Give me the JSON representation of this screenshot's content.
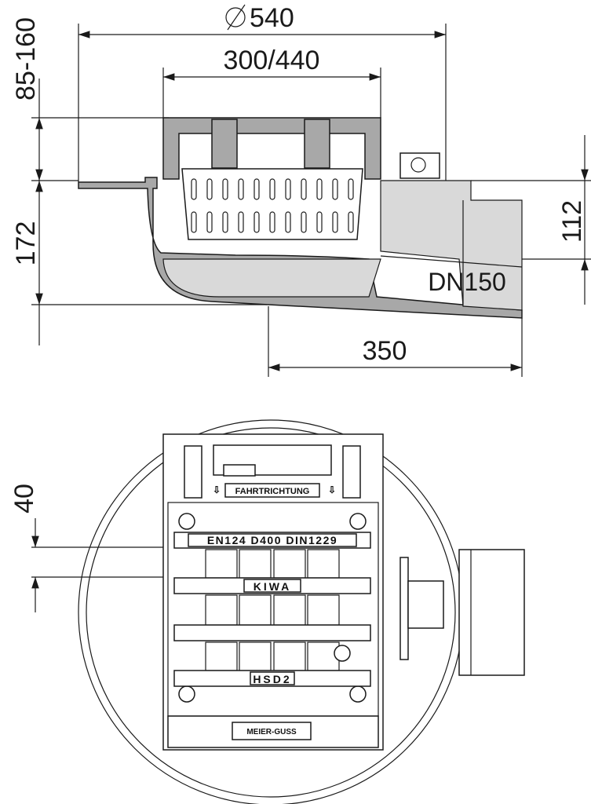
{
  "side_view": {
    "dim_diameter": "540",
    "dim_grate": "300/440",
    "dim_height_adjust": "85-160",
    "dim_body_height": "172",
    "dim_outlet_height": "112",
    "outlet_label": "DN150",
    "dim_outlet_length": "350"
  },
  "plan_view": {
    "dim_bar_spacing": "40",
    "direction_label": "FAHRTRICHTUNG",
    "bar_labels": [
      "EN124 D400 DIN1229",
      "KIWA",
      "HSD2"
    ],
    "maker_label": "MEIER-GUSS"
  }
}
